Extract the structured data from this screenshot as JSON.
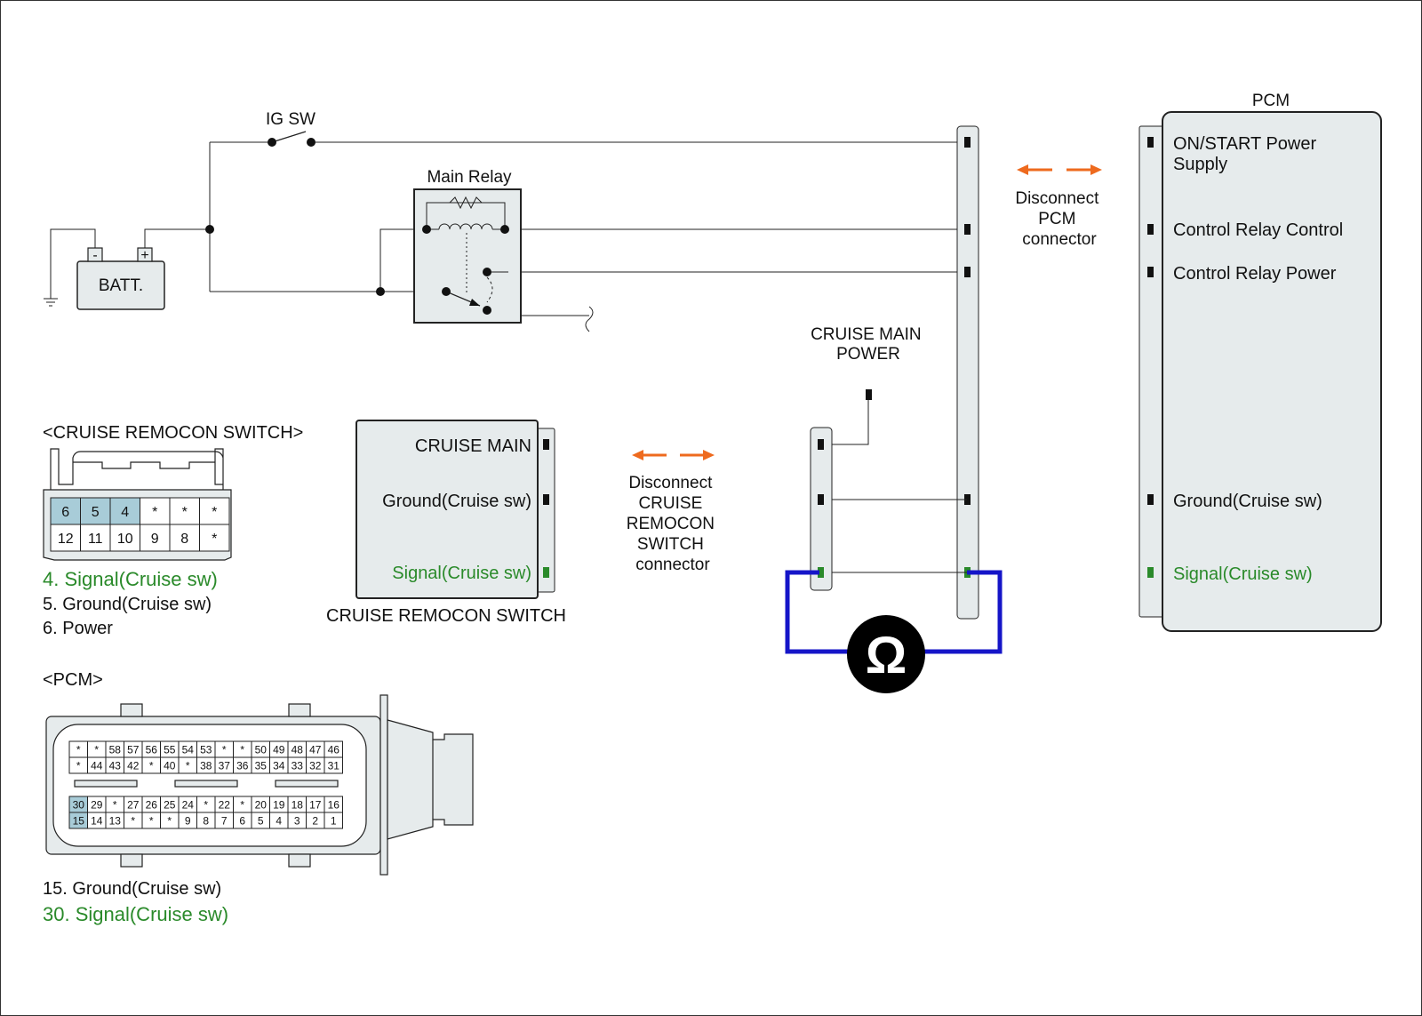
{
  "colors": {
    "background": "#ffffff",
    "connector_fill": "#e6ebec",
    "connector_highlight": "#a8ccd8",
    "signal_green": "#2a8a2a",
    "disconnect_orange": "#ee6a1e",
    "meter_lead_blue": "#1515c8",
    "meter_body": "#000000"
  },
  "labels": {
    "ig_sw": "IG SW",
    "main_relay": "Main Relay",
    "battery": "BATT.",
    "battery_minus": "-",
    "battery_plus": "+",
    "pcm_title": "PCM",
    "pcm_pins": [
      {
        "text": "ON/START Power",
        "text2": "Supply"
      },
      {
        "text": "Control Relay Control"
      },
      {
        "text": "Control Relay Power"
      },
      {
        "text": "Ground(Cruise sw)"
      },
      {
        "text": "Signal(Cruise sw)"
      }
    ],
    "disconnect_pcm": [
      "Disconnect",
      "PCM",
      "connector"
    ],
    "cruise_main_power": [
      "CRUISE MAIN",
      "POWER"
    ],
    "switch_pins": [
      "CRUISE MAIN",
      "Ground(Cruise sw)",
      "Signal(Cruise sw)"
    ],
    "switch_title": "CRUISE REMOCON SWITCH",
    "disconnect_switch": [
      "Disconnect",
      "CRUISE",
      "REMOCON",
      "SWITCH",
      "connector"
    ],
    "ohm_symbol": "Ω"
  },
  "switch_connector": {
    "title": "<CRUISE REMOCON SWITCH>",
    "top_row": [
      "6",
      "5",
      "4",
      "*",
      "*",
      "*"
    ],
    "bottom_row": [
      "12",
      "11",
      "10",
      "9",
      "8",
      "*"
    ],
    "legend": [
      "4. Signal(Cruise sw)",
      "5. Ground(Cruise sw)",
      "6. Power"
    ]
  },
  "pcm_connector": {
    "title": "<PCM>",
    "upper_row1": [
      "*",
      "*",
      "58",
      "57",
      "56",
      "55",
      "54",
      "53",
      "*",
      "*",
      "50",
      "49",
      "48",
      "47",
      "46"
    ],
    "upper_row2": [
      "*",
      "44",
      "43",
      "42",
      "*",
      "40",
      "*",
      "38",
      "37",
      "36",
      "35",
      "34",
      "33",
      "32",
      "31"
    ],
    "lower_row1": [
      "30",
      "29",
      "*",
      "27",
      "26",
      "25",
      "24",
      "*",
      "22",
      "*",
      "20",
      "19",
      "18",
      "17",
      "16"
    ],
    "lower_row2": [
      "15",
      "14",
      "13",
      "*",
      "*",
      "*",
      "9",
      "8",
      "7",
      "6",
      "5",
      "4",
      "3",
      "2",
      "1"
    ],
    "legend": [
      "15. Ground(Cruise sw)",
      "30. Signal(Cruise sw)"
    ]
  }
}
